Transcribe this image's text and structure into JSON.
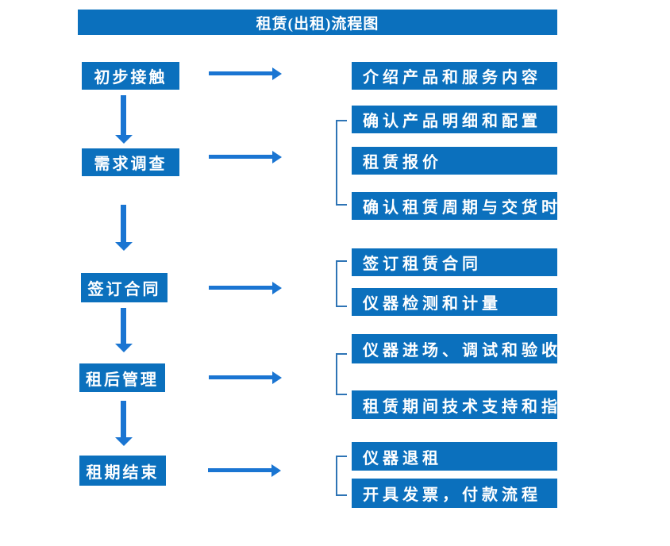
{
  "flowchart": {
    "title": "租赁(出租)流程图",
    "colors": {
      "box_blue": "#0b70bd",
      "arrow_blue": "#1a75d2",
      "bracket_blue": "#2e74b5",
      "text": "#ffffff"
    },
    "steps": [
      {
        "label": "初步接触",
        "details": [
          "介绍产品和服务内容"
        ]
      },
      {
        "label": "需求调查",
        "details": [
          "确认产品明细和配置",
          "租赁报价",
          "确认租赁周期与交货时间"
        ]
      },
      {
        "label": "签订合同",
        "details": [
          "签订租赁合同",
          "仪器检测和计量"
        ]
      },
      {
        "label": "租后管理",
        "details": [
          "仪器进场、调试和验收",
          "租赁期间技术支持和指导"
        ]
      },
      {
        "label": "租期结束",
        "details": [
          "仪器退租",
          "开具发票，付款流程"
        ]
      }
    ]
  }
}
